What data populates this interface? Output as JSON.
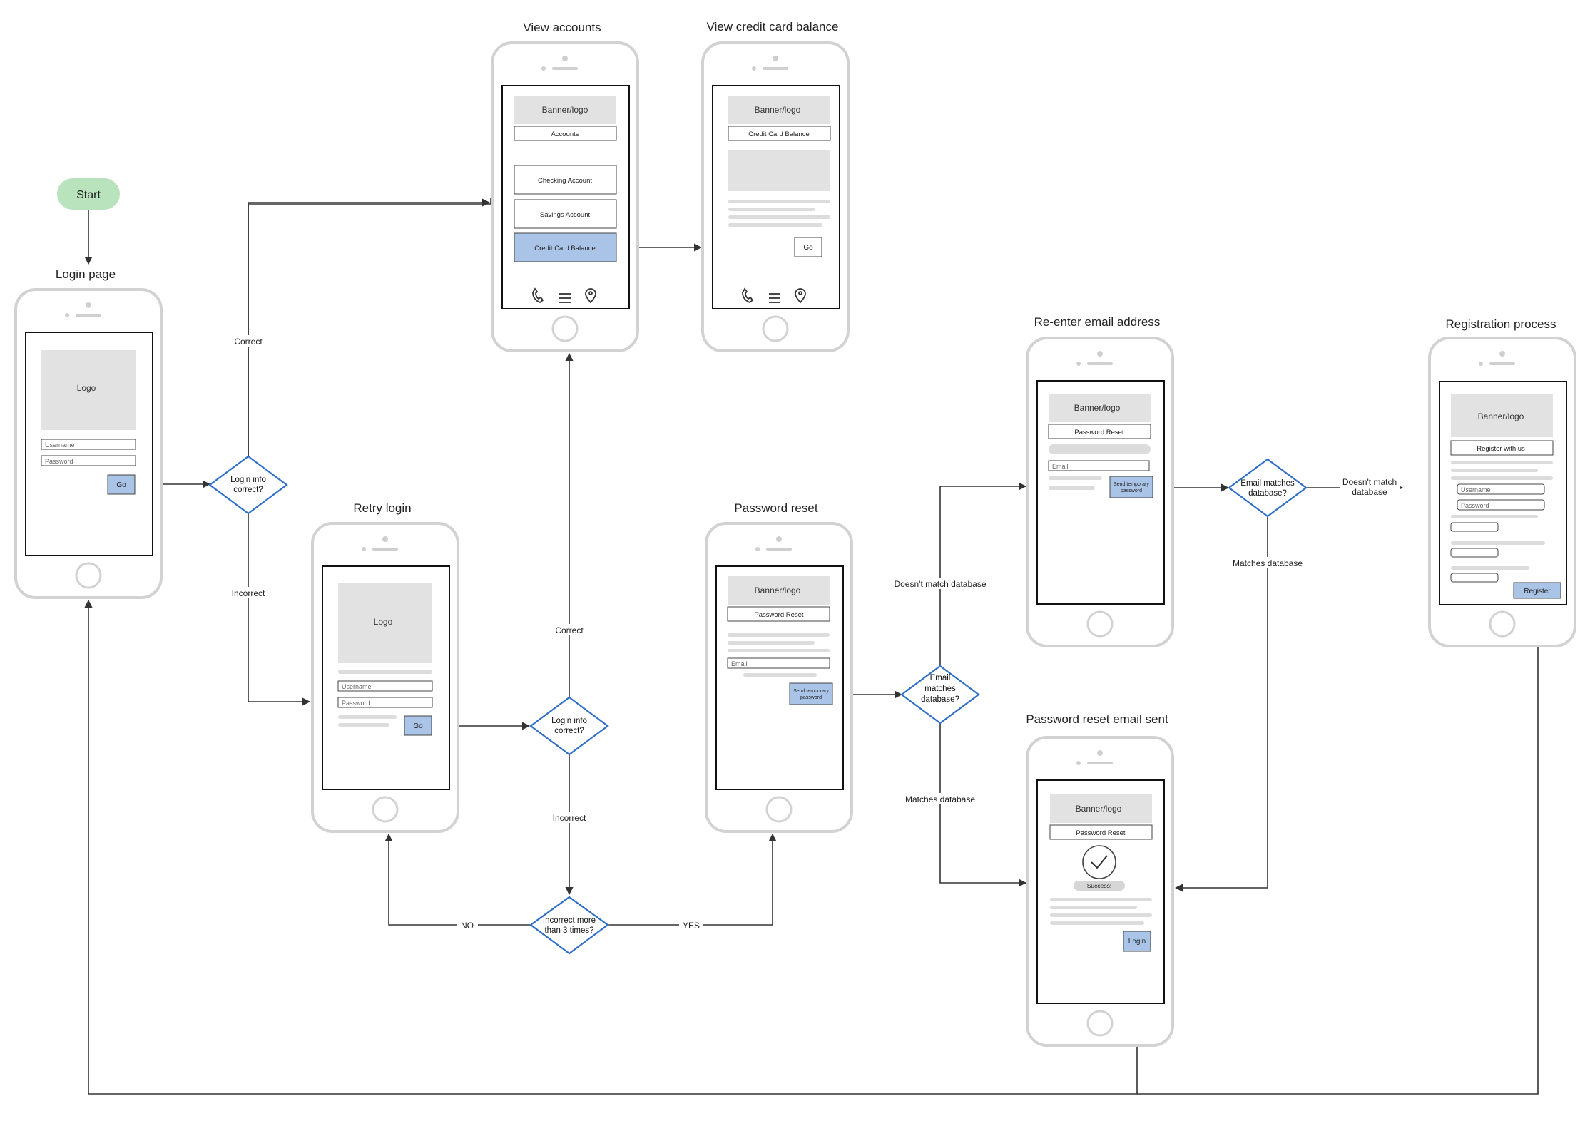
{
  "start": {
    "label": "Start"
  },
  "screens": {
    "login": {
      "title": "Login page",
      "logo": "Logo",
      "username": "Username",
      "password": "Password",
      "go": "Go"
    },
    "accounts": {
      "title": "View accounts",
      "banner": "Banner/logo",
      "header": "Accounts",
      "checking": "Checking Account",
      "savings": "Savings Account",
      "credit": "Credit Card Balance"
    },
    "credit": {
      "title": "View credit card balance",
      "banner": "Banner/logo",
      "header": "Credit Card Balance",
      "go": "Go"
    },
    "retry": {
      "title": "Retry login",
      "logo": "Logo",
      "username": "Username",
      "password": "Password",
      "go": "Go"
    },
    "reset": {
      "title": "Password reset",
      "banner": "Banner/logo",
      "header": "Password Reset",
      "email": "Email",
      "send_l1": "Send temporary",
      "send_l2": "password"
    },
    "reenter": {
      "title": "Re-enter email address",
      "banner": "Banner/logo",
      "header": "Password Reset",
      "email": "Email",
      "send_l1": "Send temporary",
      "send_l2": "password"
    },
    "sent": {
      "title": "Password reset email sent",
      "banner": "Banner/logo",
      "header": "Password Reset",
      "success": "Success!",
      "login": "Login"
    },
    "register": {
      "title": "Registration process",
      "banner": "Banner/logo",
      "header": "Register with us",
      "username": "Username",
      "password": "Password",
      "register": "Register"
    }
  },
  "decisions": {
    "d1": {
      "l1": "Login info",
      "l2": "correct?"
    },
    "d2": {
      "l1": "Login info",
      "l2": "correct?"
    },
    "d3": {
      "l1": "Incorrect more",
      "l2": "than 3 times?"
    },
    "d4": {
      "l1": "Email",
      "l2": "matches",
      "l3": "database?"
    },
    "d5": {
      "l1": "Email matches",
      "l2": "database?"
    }
  },
  "edge_labels": {
    "d1_correct": "Correct",
    "d1_incorrect": "Incorrect",
    "d2_correct": "Correct",
    "d2_incorrect": "Incorrect",
    "d3_no": "NO",
    "d3_yes": "YES",
    "d4_nomatch": "Doesn't match database",
    "d4_match": "Matches database",
    "d5_nomatch_l1": "Doesn't match",
    "d5_nomatch_l2": "database",
    "d5_match": "Matches database"
  },
  "colors": {
    "accent_blue": "#aac4e8",
    "decision_stroke": "#2f6fc9",
    "start_fill": "#b9e3bd",
    "phone_frame": "#d2d2d2",
    "placeholder_gray": "#e2e2e2",
    "line": "#333333"
  }
}
